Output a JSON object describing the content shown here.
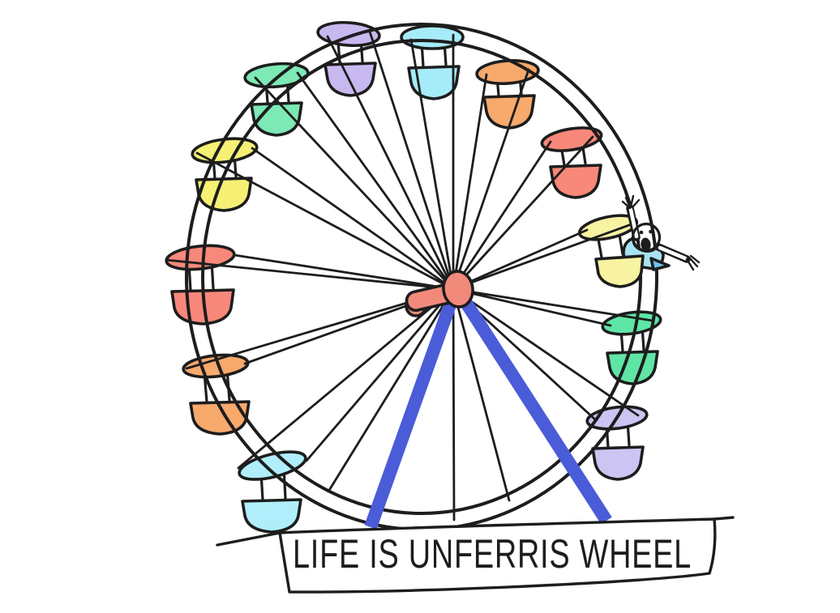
{
  "caption": "LIFE IS UNFERRIS WHEEL",
  "colors": {
    "ink": "#1d1d1d",
    "paper_white": "#ffffff",
    "leg_blue": "#4a5cd8",
    "hub_salmon": "#f28a7c",
    "shirt_blue": "#a9e1f5",
    "collar_blue": "#6cc4ec",
    "gondola_lavender": "#c8b8f0",
    "gondola_lavender_light": "#ccc5f3",
    "gondola_cyan": "#a6ebf8",
    "gondola_cyan_light": "#b0eefb",
    "gondola_orange": "#f8a96c",
    "gondola_salmon": "#f8887a",
    "gondola_yellow": "#f6f175",
    "gondola_yellow_pale": "#f8f3a1",
    "gondola_green": "#7de9b5",
    "gondola_green_bright": "#5fe6a6"
  },
  "scene": {
    "gondolas_clockwise_from_top_left": [
      "lavender",
      "cyan",
      "orange",
      "salmon",
      "yellow-pale (rider)",
      "green-bright",
      "lavender-light",
      "cyan-light (bottom-left)",
      "orange",
      "salmon",
      "yellow",
      "green"
    ],
    "rider": "screaming stick figure flung from yellow gondola, one arm up, one arm pointing down-right"
  }
}
